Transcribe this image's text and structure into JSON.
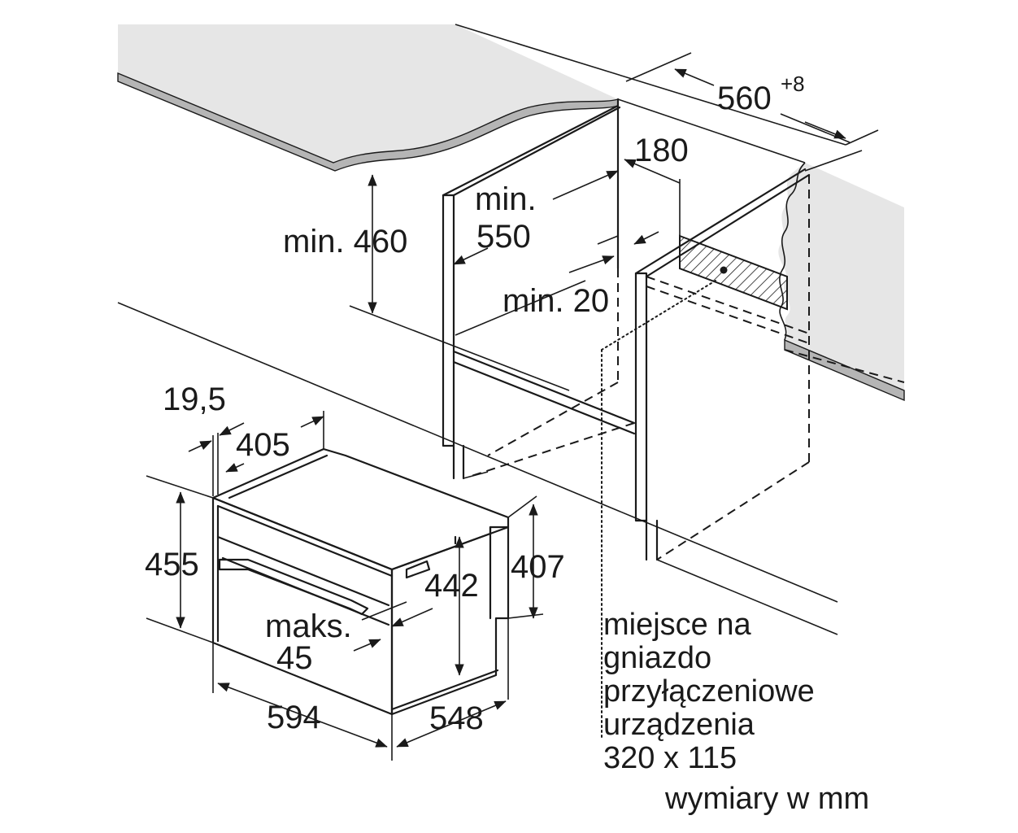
{
  "dimensions": {
    "width_niche": "560",
    "width_niche_tol": "+8",
    "socket_offset": "180",
    "min_depth_label": "min.",
    "min_depth_value": "550",
    "min_height": "min. 460",
    "min_gap": "min. 20",
    "front_thickness": "19,5",
    "panel_height": "405",
    "appliance_height": "455",
    "inner_height": "442",
    "side_height": "407",
    "max_label": "maks.",
    "max_value": "45",
    "appliance_width": "594",
    "appliance_depth": "548"
  },
  "notes": {
    "socket_line1": "miejsce na",
    "socket_line2": "gniazdo",
    "socket_line3": "przyłączeniowe",
    "socket_line4": "urządzenia",
    "socket_line5": "320 x 115",
    "units": "wymiary w mm"
  },
  "colors": {
    "worktop_fill": "#e6e6e6",
    "worktop_edge": "#b5b5b5",
    "line": "#1a1a1a"
  }
}
